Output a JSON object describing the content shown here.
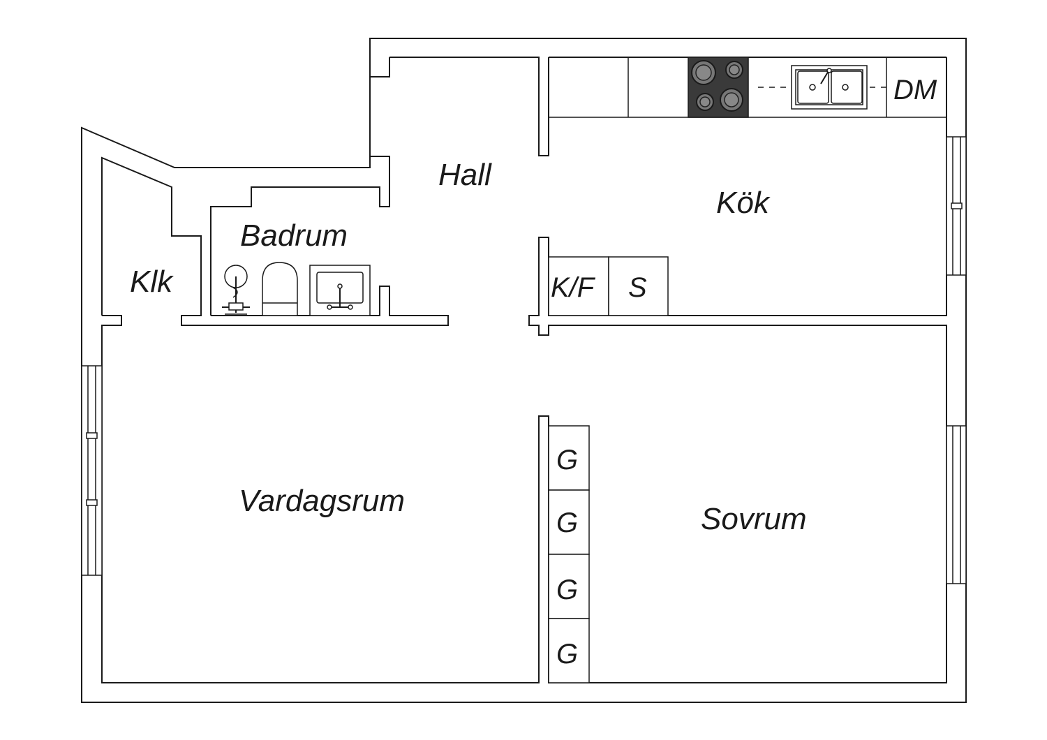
{
  "rooms": {
    "hall": "Hall",
    "kok": "Kök",
    "badrum": "Badrum",
    "klk": "Klk",
    "vardagsrum": "Vardagsrum",
    "sovrum": "Sovrum"
  },
  "appliances": {
    "dishwasher": "DM",
    "fridge_freezer": "K/F",
    "storage": "S",
    "wardrobes": [
      "G",
      "G",
      "G",
      "G"
    ]
  },
  "colors": {
    "line": "#1a1a1a",
    "stove": "#3a3a3a",
    "background": "#ffffff"
  }
}
